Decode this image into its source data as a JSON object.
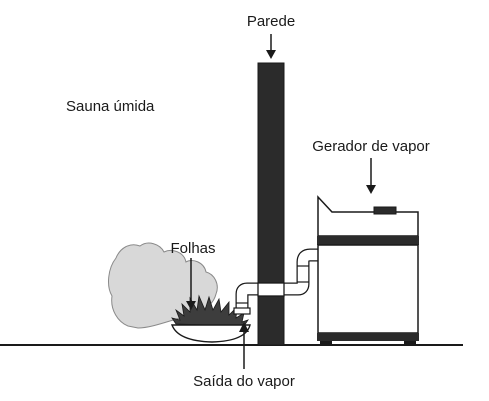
{
  "labels": {
    "wall": "Parede",
    "room": "Sauna úmida",
    "generator": "Gerador de vapor",
    "leaves": "Folhas",
    "outlet": "Saída do vapor"
  },
  "colors": {
    "wall": "#2b2b2b",
    "stroke": "#1a1a1a",
    "leaf_fill": "#d8d8d8",
    "grass_fill": "#3d3d3d",
    "background": "#ffffff"
  }
}
